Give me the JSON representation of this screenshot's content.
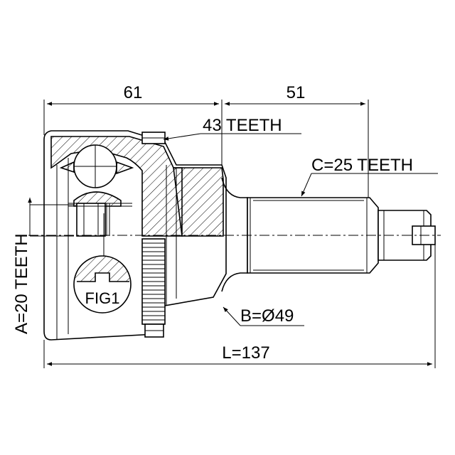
{
  "drawing": {
    "dim_left_length": "61",
    "dim_right_length": "51",
    "outer_teeth": "43 TEETH",
    "shaft_spline": "C=25 TEETH",
    "inner_spline": "A=20 TEETH",
    "diameter": "B=Ø49",
    "total_length": "L=137",
    "figure_label": "FIG1"
  }
}
